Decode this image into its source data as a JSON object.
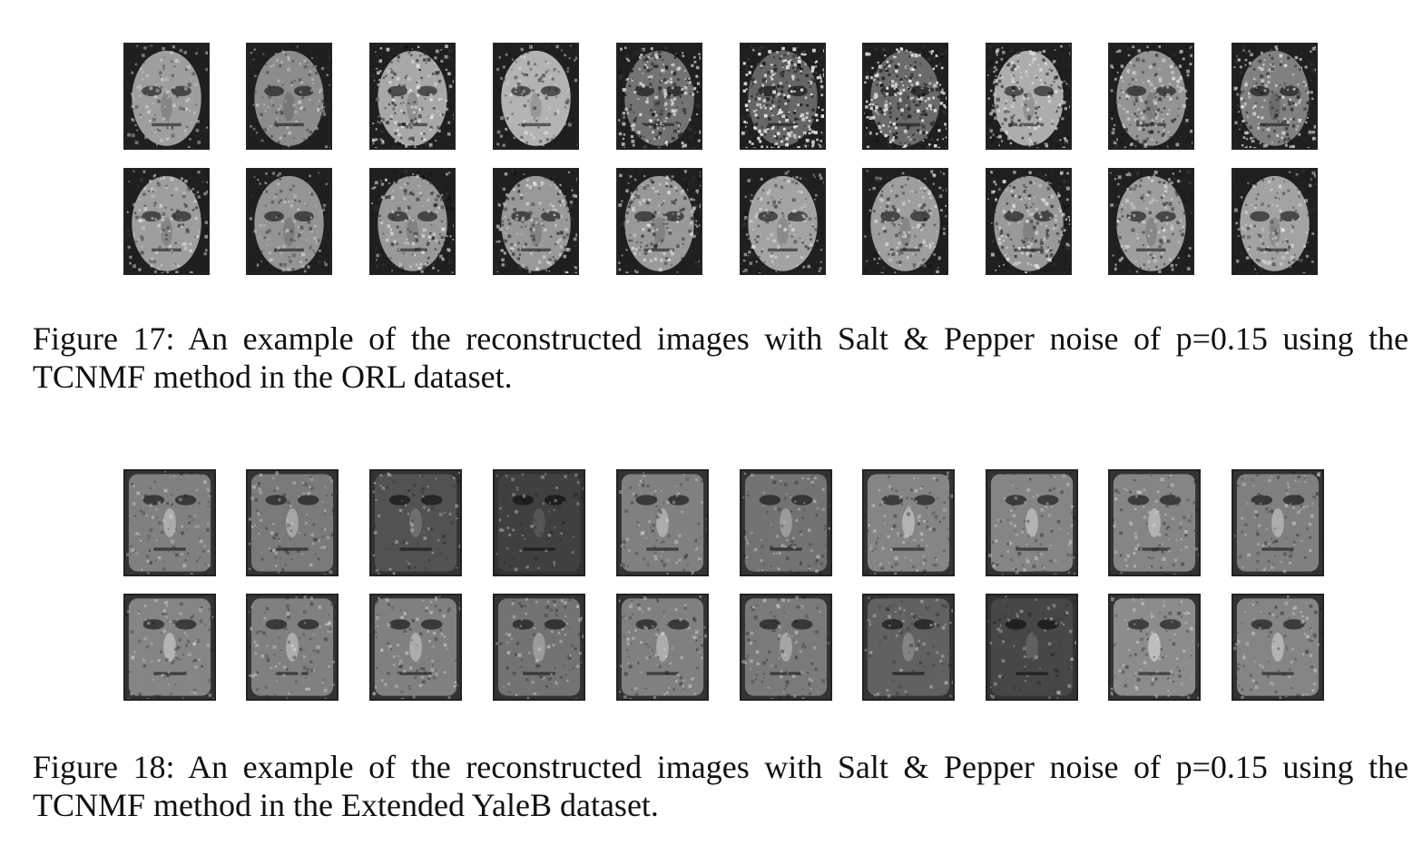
{
  "figures": [
    {
      "id": "fig17",
      "caption_line1": "Figure 17:  An example of the reconstructed images with Salt & Pepper noise of p=0.15 using the",
      "caption_line2": "TCNMF method in the ORL dataset.",
      "tile_style": "orl",
      "rows": [
        [
          {
            "face": "orl-face-1",
            "noise": 0.25,
            "tone": 0.62
          },
          {
            "face": "orl-face-2",
            "noise": 0.25,
            "tone": 0.55
          },
          {
            "face": "orl-face-3",
            "noise": 0.55,
            "tone": 0.66
          },
          {
            "face": "orl-face-4",
            "noise": 0.3,
            "tone": 0.7
          },
          {
            "face": "orl-face-5",
            "noise": 0.7,
            "tone": 0.45
          },
          {
            "face": "orl-face-6",
            "noise": 0.9,
            "tone": 0.4
          },
          {
            "face": "orl-face-7",
            "noise": 0.9,
            "tone": 0.42
          },
          {
            "face": "orl-face-8",
            "noise": 0.55,
            "tone": 0.68
          },
          {
            "face": "orl-face-9",
            "noise": 0.5,
            "tone": 0.58
          },
          {
            "face": "orl-face-10",
            "noise": 0.6,
            "tone": 0.5
          }
        ],
        [
          {
            "face": "orl-face-11",
            "noise": 0.35,
            "tone": 0.62
          },
          {
            "face": "orl-face-12",
            "noise": 0.25,
            "tone": 0.58
          },
          {
            "face": "orl-face-13",
            "noise": 0.45,
            "tone": 0.6
          },
          {
            "face": "orl-face-14",
            "noise": 0.45,
            "tone": 0.6
          },
          {
            "face": "orl-face-15",
            "noise": 0.45,
            "tone": 0.6
          },
          {
            "face": "orl-face-16",
            "noise": 0.35,
            "tone": 0.64
          },
          {
            "face": "orl-face-17",
            "noise": 0.4,
            "tone": 0.62
          },
          {
            "face": "orl-face-18",
            "noise": 0.55,
            "tone": 0.6
          },
          {
            "face": "orl-face-19",
            "noise": 0.4,
            "tone": 0.62
          },
          {
            "face": "orl-face-20",
            "noise": 0.35,
            "tone": 0.64
          }
        ]
      ]
    },
    {
      "id": "fig18",
      "caption_line1": "Figure 18:  An example of the reconstructed images with Salt & Pepper noise of p=0.15 using the",
      "caption_line2": "TCNMF method in the Extended YaleB dataset.",
      "tile_style": "yale",
      "rows": [
        [
          {
            "face": "yale-face-1",
            "noise": 0.15,
            "tone": 0.5
          },
          {
            "face": "yale-face-2",
            "noise": 0.15,
            "tone": 0.48
          },
          {
            "face": "yale-face-3",
            "noise": 0.1,
            "tone": 0.32
          },
          {
            "face": "yale-face-4",
            "noise": 0.1,
            "tone": 0.25
          },
          {
            "face": "yale-face-5",
            "noise": 0.15,
            "tone": 0.5
          },
          {
            "face": "yale-face-6",
            "noise": 0.15,
            "tone": 0.45
          },
          {
            "face": "yale-face-7",
            "noise": 0.15,
            "tone": 0.52
          },
          {
            "face": "yale-face-8",
            "noise": 0.15,
            "tone": 0.52
          },
          {
            "face": "yale-face-9",
            "noise": 0.15,
            "tone": 0.52
          },
          {
            "face": "yale-face-10",
            "noise": 0.15,
            "tone": 0.5
          }
        ],
        [
          {
            "face": "yale-face-11",
            "noise": 0.15,
            "tone": 0.52
          },
          {
            "face": "yale-face-12",
            "noise": 0.15,
            "tone": 0.5
          },
          {
            "face": "yale-face-13",
            "noise": 0.15,
            "tone": 0.5
          },
          {
            "face": "yale-face-14",
            "noise": 0.15,
            "tone": 0.45
          },
          {
            "face": "yale-face-15",
            "noise": 0.15,
            "tone": 0.5
          },
          {
            "face": "yale-face-16",
            "noise": 0.15,
            "tone": 0.48
          },
          {
            "face": "yale-face-17",
            "noise": 0.1,
            "tone": 0.38
          },
          {
            "face": "yale-face-18",
            "noise": 0.1,
            "tone": 0.28
          },
          {
            "face": "yale-face-19",
            "noise": 0.15,
            "tone": 0.55
          },
          {
            "face": "yale-face-20",
            "noise": 0.15,
            "tone": 0.52
          }
        ]
      ]
    }
  ]
}
